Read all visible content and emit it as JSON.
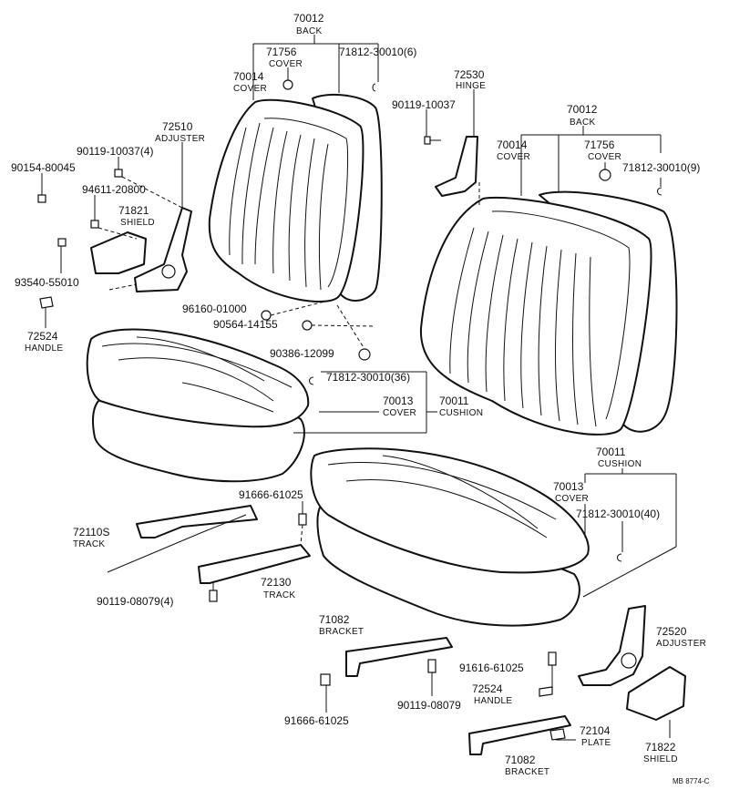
{
  "labels": {
    "back_70012_a": "70012",
    "back_name_a": "BACK",
    "cover_71756_a": "71756",
    "cover_name_71756_a": "COVER",
    "clip_71812_a": "71812-30010(6)",
    "cover_70014_a": "70014",
    "cover_name_70014_a": "COVER",
    "hinge_72530": "72530",
    "hinge_name": "HINGE",
    "bolt_90119_a": "90119-10037",
    "adj_72510": "72510",
    "adj_name_a": "ADJUSTER",
    "bolt_90119_b": "90119-10037(4)",
    "screw_90154": "90154-80045",
    "nut_94611": "94611-20800",
    "shield_71821": "71821",
    "shield_name_a": "SHIELD",
    "screw_93540": "93540-55010",
    "handle_72524_a": "72524",
    "handle_name_a": "HANDLE",
    "back_70012_b": "70012",
    "back_name_b": "BACK",
    "cover_70014_b": "70014",
    "cover_name_70014_b": "COVER",
    "cover_71756_b": "71756",
    "cover_name_71756_b": "COVER",
    "clip_71812_b": "71812-30010(9)",
    "part_96160": "96160-01000",
    "part_90564": "90564-14155",
    "part_90386": "90386-12099",
    "clip_71812_c": "71812-30010(36)",
    "cover_70013_a": "70013",
    "cover_name_70013_a": "COVER",
    "cushion_70011_a": "70011",
    "cushion_name_a": "CUSHION",
    "cushion_70011_b": "70011",
    "cushion_name_b": "CUSHION",
    "cover_70013_b": "70013",
    "cover_name_70013_b": "COVER",
    "clip_71812_d": "71812-30010(40)",
    "bolt_91666_a": "91666-61025",
    "track_72110": "72110S",
    "track_name_a": "TRACK",
    "track_72130": "72130",
    "track_name_b": "TRACK",
    "bolt_90119_c": "90119-08079(4)",
    "bracket_71082_a": "71082",
    "bracket_name_a": "BRACKET",
    "adj_72520": "72520",
    "adj_name_b": "ADJUSTER",
    "bolt_91616": "91616-61025",
    "handle_72524_b": "72524",
    "handle_name_b": "HANDLE",
    "bolt_90119_d": "90119-08079",
    "plate_72104": "72104",
    "plate_name": "PLATE",
    "bolt_91666_b": "91666-61025",
    "bracket_71082_b": "71082",
    "bracket_name_b": "BRACKET",
    "shield_71822": "71822",
    "shield_name_b": "SHIELD",
    "ref_code": "MB 8774-C"
  }
}
